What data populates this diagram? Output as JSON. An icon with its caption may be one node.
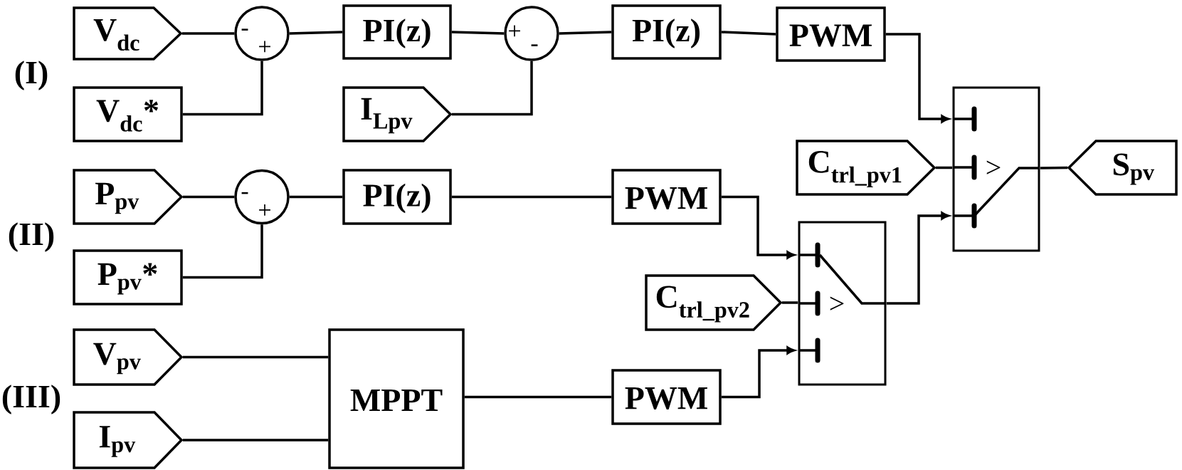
{
  "diagram": {
    "nodes": [
      {
        "text": [
          "V$_{dc}$"
        ]
      },
      {
        "text": [
          "-",
          "+"
        ]
      },
      {
        "text": [
          "PI(z)"
        ]
      },
      {
        "text": [
          "+",
          "-"
        ]
      },
      {
        "text": [
          "PI(z)"
        ]
      },
      {
        "text": [
          "PWM"
        ]
      },
      {
        "text": [
          "V$_{dc}$*"
        ]
      },
      {
        "text": [
          "I$_{Lpv}$"
        ]
      },
      {
        "text": [
          ">"
        ]
      },
      {
        "text": [
          "C$_{trl_pv1}$"
        ]
      },
      {
        "text": [
          "S$_{pv}$"
        ]
      },
      {
        "text": [
          "P$_{pv}$"
        ]
      },
      {
        "text": [
          "-",
          "+"
        ]
      },
      {
        "text": [
          "PI(z)"
        ]
      },
      {
        "text": [
          "PWM"
        ]
      },
      {
        "text": [
          "P$_{pv}$*"
        ]
      },
      {
        "text": [
          ">"
        ]
      },
      {
        "text": [
          "C$_{trl_pv2}$"
        ]
      },
      {
        "text": [
          "V$_{pv}$"
        ]
      },
      {
        "text": [
          "MPPT"
        ]
      },
      {
        "text": [
          "PWM"
        ]
      },
      {
        "text": [
          "I$_{pv}$"
        ]
      }
    ],
    "edges": [
      {
        "from": 0,
        "to": 1,
        "arrow": "none"
      },
      {
        "from": 6,
        "to": 1,
        "arrow": "none"
      },
      {
        "from": 1,
        "to": 2,
        "arrow": "none"
      },
      {
        "from": 2,
        "to": 3,
        "arrow": "none"
      },
      {
        "from": 7,
        "to": 3,
        "arrow": "none"
      },
      {
        "from": 3,
        "to": 4,
        "arrow": "none"
      },
      {
        "from": 4,
        "to": 5,
        "arrow": "none"
      },
      {
        "from": 5,
        "to": 8,
        "arrow": "to"
      },
      {
        "from": 9,
        "to": 8,
        "arrow": "none"
      },
      {
        "from": 8,
        "to": 10,
        "arrow": "none"
      },
      {
        "from": 11,
        "to": 12,
        "arrow": "none"
      },
      {
        "from": 15,
        "to": 12,
        "arrow": "none"
      },
      {
        "from": 12,
        "to": 13,
        "arrow": "none"
      },
      {
        "from": 13,
        "to": 14,
        "arrow": "none"
      },
      {
        "from": 14,
        "to": 16,
        "arrow": "to"
      },
      {
        "from": 17,
        "to": 16,
        "arrow": "none"
      },
      {
        "from": 16,
        "to": 8,
        "arrow": "to"
      },
      {
        "from": 18,
        "to": 19,
        "arrow": "none"
      },
      {
        "from": 21,
        "to": 19,
        "arrow": "none"
      },
      {
        "from": 19,
        "to": 20,
        "arrow": "none"
      },
      {
        "from": 20,
        "to": 16,
        "arrow": "to"
      }
    ],
    "labels": [
      "(I)",
      "(II)",
      "(III)"
    ]
  }
}
